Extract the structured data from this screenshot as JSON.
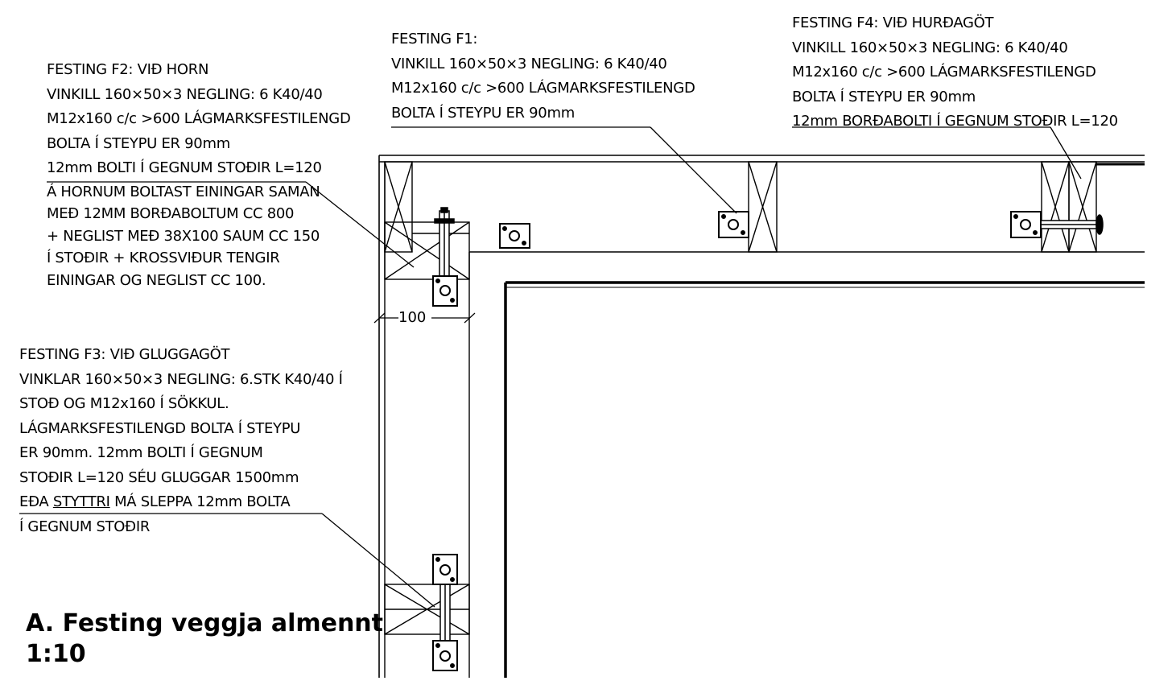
{
  "notes": {
    "f2": {
      "lines": [
        "FESTING F2: VIÐ HORN",
        "VINKILL 160×50×3  NEGLING: 6 K40/40",
        "M12x160 c/c >600  LÁGMARKSFESTILENGD",
        "BOLTA Í STEYPU ER 90mm",
        "12mm BOLTI Í GEGNUM STOÐIR L=120",
        "Á HORNUM BOLTAST EININGAR SAMAN",
        "MEÐ 12MM BORÐABOLTUM CC 800",
        "+ NEGLIST MEÐ 38X100 SAUM CC 150",
        "Í STOÐIR + KROSSVIÐUR TENGIR",
        "EININGAR OG NEGLIST CC 100."
      ]
    },
    "f1": {
      "lines": [
        "FESTING F1:",
        "VINKILL 160×50×3  NEGLING: 6 K40/40",
        "M12x160 c/c >600  LÁGMARKSFESTILENGD",
        "BOLTA Í STEYPU ER 90mm"
      ]
    },
    "f4": {
      "lines": [
        "FESTING F4: VIÐ HURÐAGÖT",
        "VINKILL 160×50×3  NEGLING: 6 K40/40",
        "M12x160 c/c >600  LÁGMARKSFESTILENGD",
        "BOLTA Í STEYPU ER 90mm",
        "12mm BORÐABOLTI Í GEGNUM STOÐIR L=120"
      ]
    },
    "f3": {
      "lines": [
        "FESTING F3: VIÐ GLUGGAGÖT",
        "VINKLAR 160×50×3  NEGLING: 6.STK K40/40 Í",
        "STOÐ OG M12x160 Í SÖKKUL.",
        "LÁGMARKSFESTILENGD BOLTA Í STEYPU",
        "ER 90mm.  12mm BOLTI Í GEGNUM",
        "STOÐIR L=120  SÉU GLUGGAR 1500mm",
        "EÐA ",
        "STYTTRI",
        "  MÁ SLEPPA 12mm BOLTA",
        "Í GEGNUM STOÐIR"
      ]
    }
  },
  "dimension": "100",
  "title": {
    "line1": "A. Festing veggja almennt",
    "line2": "1:10"
  }
}
